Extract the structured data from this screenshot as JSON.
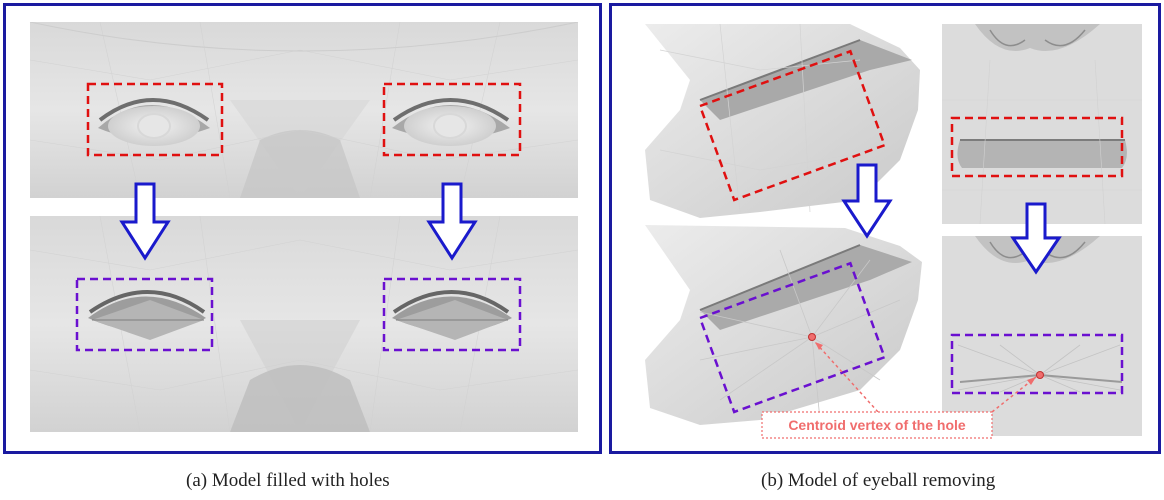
{
  "figure": {
    "panel_a": {
      "caption": "(a) Model filled with holes"
    },
    "panel_b": {
      "caption": "(b) Model of eyeball removing"
    },
    "callout": {
      "text": "Centroid vertex of the hole"
    },
    "colors": {
      "panel_border": "#1a1aa0",
      "before_box": "#e01010",
      "after_box": "#6a10d0",
      "arrow": "#1a1acc",
      "callout": "#f06d6d",
      "mesh_light": "#e2e2e2",
      "mesh_mid": "#c8c8c8",
      "mesh_dark": "#8a8a8a"
    },
    "icons": [
      "down-arrow-icon"
    ]
  }
}
